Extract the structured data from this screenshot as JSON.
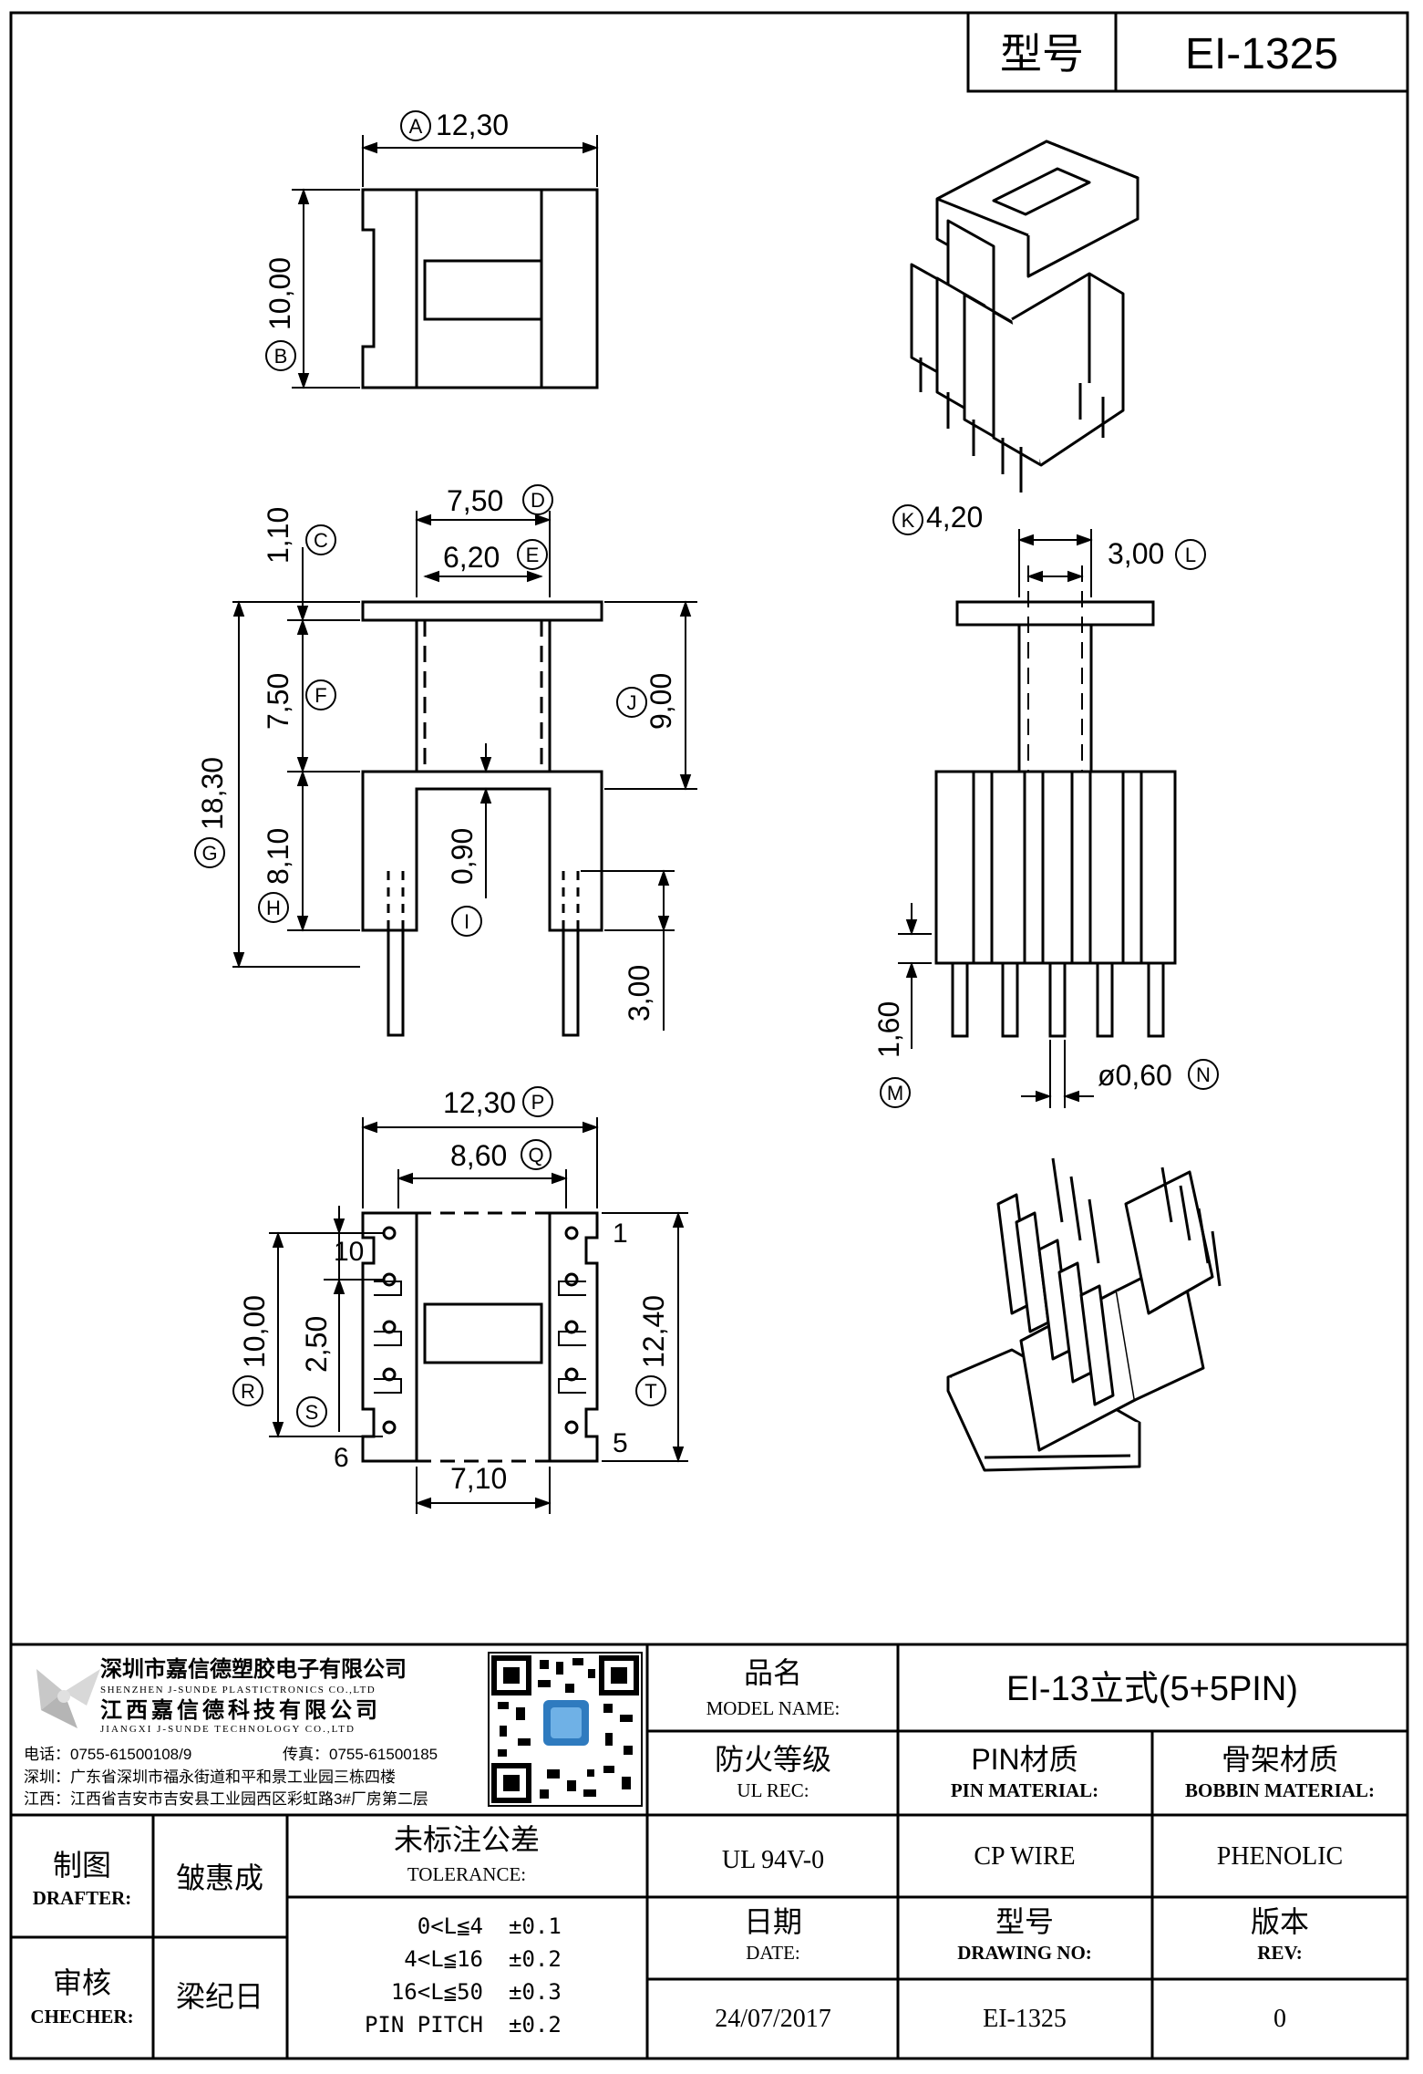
{
  "header": {
    "label": "型号",
    "value": "EI-1325"
  },
  "top_view": {
    "A": "12,30",
    "B": "10,00"
  },
  "side_view": {
    "C": "1,10",
    "D": "7,50",
    "E": "6,20",
    "F": "7,50",
    "G": "18,30",
    "H": "8,10",
    "I": "0,90",
    "J": "9,00",
    "pin_len": "3,00"
  },
  "front_view": {
    "K": "4,20",
    "L": "3,00",
    "M": "1,60",
    "N": "ø0,60"
  },
  "bottom_view": {
    "P": "12,30",
    "Q": "8,60",
    "R": "10,00",
    "S": "2,50",
    "T": "12,40",
    "W": "7,10",
    "pin1": "1",
    "pin5": "5",
    "pin6": "6",
    "pin10": "10"
  },
  "company": {
    "name_cn": "深圳市嘉信德塑胶电子有限公司",
    "name_en": "SHENZHEN J-SUNDE PLASTICTRONICS CO.,LTD",
    "name2_cn": "江西嘉信德科技有限公司",
    "name2_en": "JIANGXI J-SUNDE TECHNOLOGY CO.,LTD",
    "phone": "电话：0755-61500108/9",
    "fax": "传真：0755-61500185",
    "addr_sz": "深圳：广东省深圳市福永街道和平和景工业园三栋四楼",
    "addr_jx": "江西：江西省吉安市吉安县工业园西区彩虹路3#厂房第二层"
  },
  "title_block": {
    "model_name_cn": "品名",
    "model_name_en": "MODEL NAME:",
    "model_name_value": "EI-13立式(5+5PIN)",
    "ul_cn": "防火等级",
    "ul_en": "UL REC:",
    "ul_value": "UL 94V-0",
    "pin_cn": "PIN材质",
    "pin_en": "PIN MATERIAL:",
    "pin_value": "CP WIRE",
    "bobbin_cn": "骨架材质",
    "bobbin_en": "BOBBIN MATERIAL:",
    "bobbin_value": "PHENOLIC",
    "drafter_cn": "制图",
    "drafter_en": "DRAFTER:",
    "drafter_value": "皱惠成",
    "checker_cn": "审核",
    "checker_en": "CHECHER:",
    "checker_value": "梁纪日",
    "tol_cn": "未标注公差",
    "tol_en": "TOLERANCE:",
    "tol_rows": [
      {
        "range": "0<L≦4",
        "value": "±0.1"
      },
      {
        "range": "4<L≦16",
        "value": "±0.2"
      },
      {
        "range": "16<L≦50",
        "value": "±0.3"
      },
      {
        "range": "PIN PITCH",
        "value": "±0.2"
      }
    ],
    "date_cn": "日期",
    "date_en": "DATE:",
    "date_value": "24/07/2017",
    "dwg_cn": "型号",
    "dwg_en": "DRAWING NO:",
    "dwg_value": "EI-1325",
    "rev_cn": "版本",
    "rev_en": "REV:",
    "rev_value": "0"
  }
}
